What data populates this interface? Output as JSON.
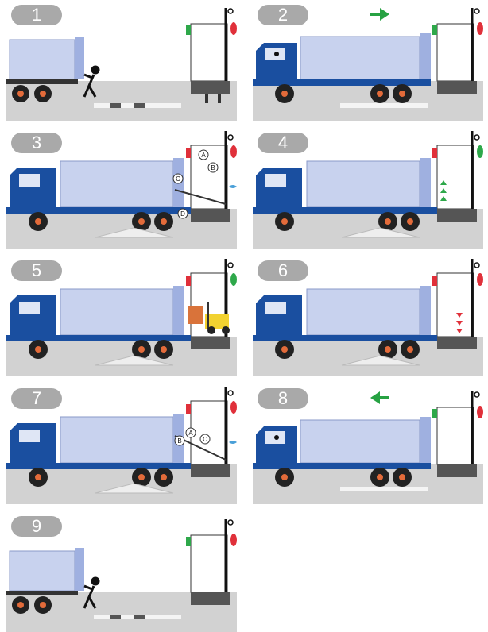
{
  "steps": [
    {
      "number": "1"
    },
    {
      "number": "2"
    },
    {
      "number": "3"
    },
    {
      "number": "4"
    },
    {
      "number": "5"
    },
    {
      "number": "6"
    },
    {
      "number": "7"
    },
    {
      "number": "8"
    },
    {
      "number": "9"
    }
  ],
  "annotations": {
    "a": "A",
    "b": "B",
    "c": "C",
    "d": "D"
  },
  "colors": {
    "label_bg": "#a9a9a9",
    "ground": "#d2d2d2",
    "container": "#c8d2ee",
    "cab": "#1a4fa0",
    "green_arrow": "#27a243",
    "red_light": "#e0303a",
    "green_light": "#2ea84a"
  }
}
